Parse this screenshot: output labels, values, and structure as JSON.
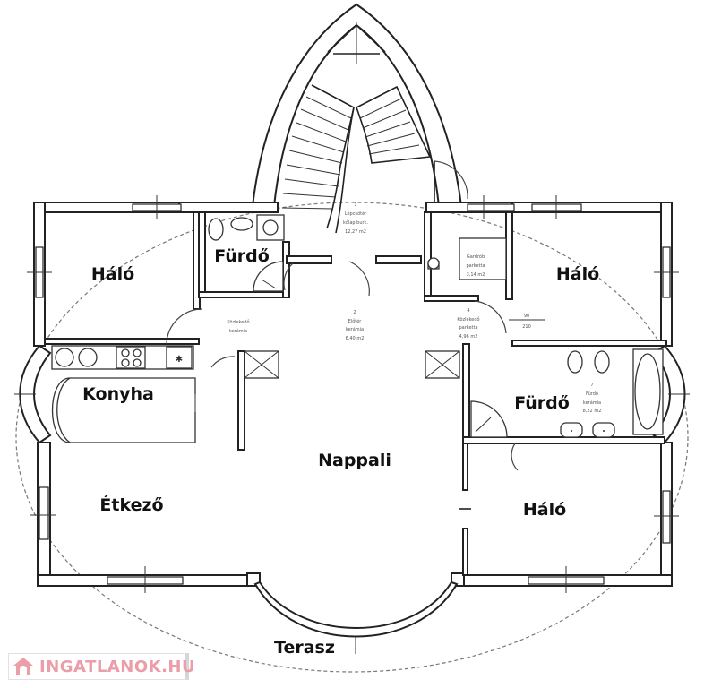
{
  "rooms": {
    "halo_top_left": "Háló",
    "furdo_top": "Fürdő",
    "halo_top_right": "Háló",
    "konyha": "Konyha",
    "furdo_right": "Fürdő",
    "nappali": "Nappali",
    "etkezo": "Étkező",
    "halo_bottom_right": "Háló",
    "terasz": "Terasz"
  },
  "annotations": {
    "r1": {
      "num": "1",
      "name": "Lépcsőtér",
      "floor": "kőlap burk.",
      "area": "12,27 m2"
    },
    "r2": {
      "num": "2",
      "name": "Előtér",
      "floor": "kerámia",
      "area": "6,40 m2"
    },
    "r3": {
      "num": "",
      "name": "Közlekedő",
      "floor": "kerámia",
      "area": ""
    },
    "r4": {
      "num": "4",
      "name": "Közlekedő",
      "floor": "parketta",
      "area": "4,96 m2"
    },
    "gardrob": {
      "name": "Gardrób",
      "floor": "parketta",
      "area": "3,14 m2"
    },
    "r7": {
      "num": "7",
      "name": "Fürdő",
      "floor": "kerámia",
      "area": "8,22 m2"
    },
    "door": {
      "width": "90",
      "height": "210"
    }
  },
  "watermark": {
    "text": "INGATLANOK.HU",
    "color": "#e88c9a"
  }
}
